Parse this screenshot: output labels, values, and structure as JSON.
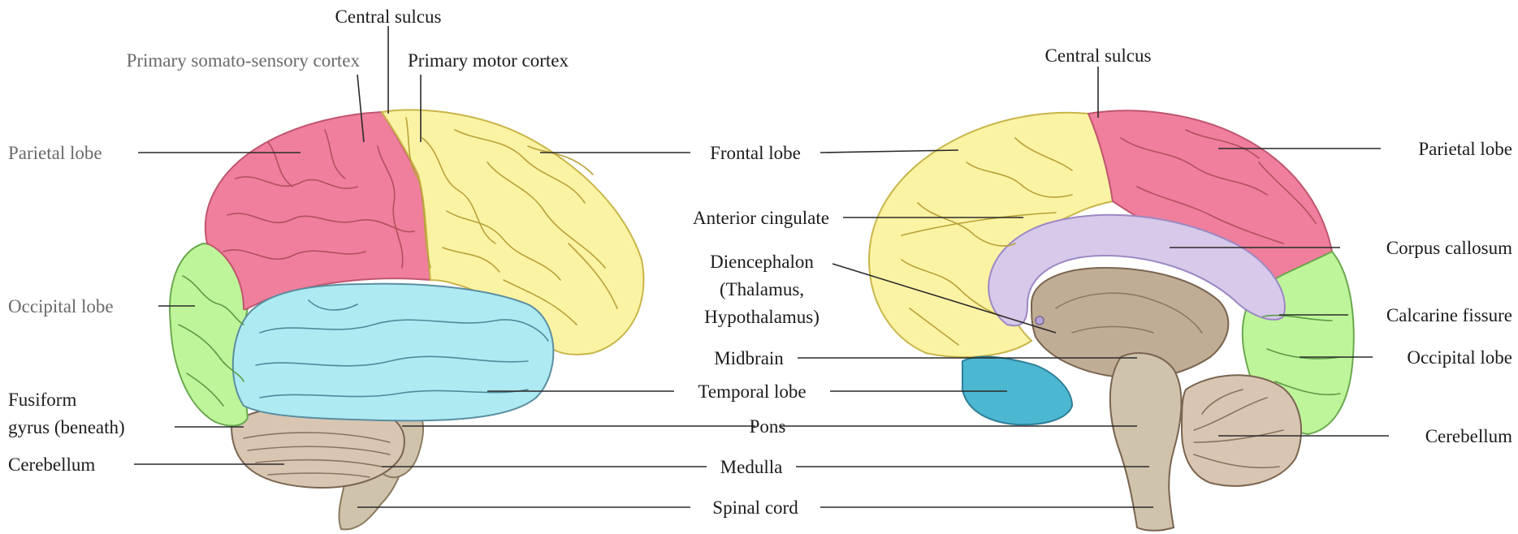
{
  "colors": {
    "frontal": "#fbf3a4",
    "parietal": "#ef7f9c",
    "occipital": "#bff59a",
    "temporal": "#aeeaf2",
    "temporal_medial": "#4cb7d0",
    "callosum": "#d7c9e9",
    "brainstem": "#cfc3ac",
    "cerebellum": "#d8c6b3",
    "diencephalon": "#c0ad95"
  },
  "lateral_view": {
    "labels": {
      "central_sulcus": "Central sulcus",
      "primary_somatosensory": "Primary somato-sensory cortex",
      "primary_motor": "Primary motor cortex",
      "parietal_lobe": "Parietal lobe",
      "occipital_lobe": "Occipital lobe",
      "fusiform_line1": "Fusiform",
      "fusiform_line2": "gyrus (beneath)",
      "cerebellum": "Cerebellum"
    }
  },
  "shared_labels": {
    "frontal_lobe": "Frontal lobe",
    "anterior_cingulate": "Anterior cingulate",
    "diencephalon_line1": "Diencephalon",
    "diencephalon_line2": "(Thalamus,",
    "diencephalon_line3": "Hypothalamus)",
    "midbrain": "Midbrain",
    "temporal_lobe": "Temporal lobe",
    "pons": "Pons",
    "medulla": "Medulla",
    "spinal_cord": "Spinal cord"
  },
  "medial_view": {
    "labels": {
      "central_sulcus": "Central sulcus",
      "parietal_lobe": "Parietal lobe",
      "corpus_callosum": "Corpus callosum",
      "calcarine_fissure": "Calcarine fissure",
      "occipital_lobe": "Occipital lobe",
      "cerebellum": "Cerebellum"
    }
  }
}
